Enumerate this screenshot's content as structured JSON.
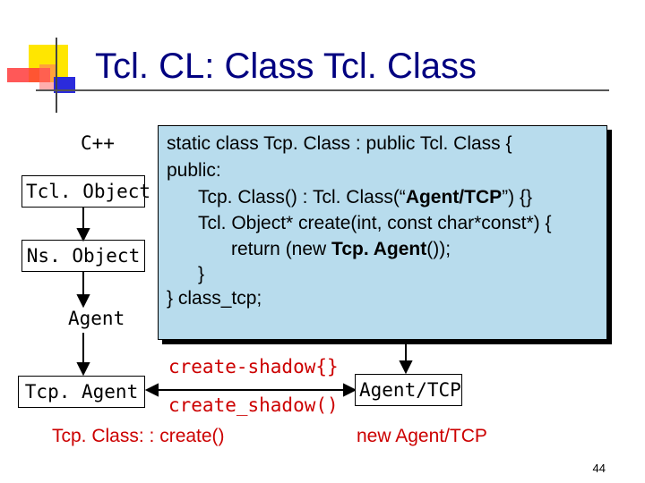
{
  "title": "Tcl. CL: Class Tcl. Class",
  "hierarchy": {
    "heading": "C++",
    "items": [
      "Tcl. Object",
      "Ns. Object",
      "Agent",
      "Tcp. Agent"
    ]
  },
  "code": {
    "line1": "static class Tcp. Class : public Tcl. Class {",
    "line2": "public:",
    "line3_pre": "Tcp. Class() : Tcl. Class(“",
    "line3_bold": "Agent/TCP",
    "line3_post": "”) {}",
    "line4": "Tcl. Object* create(int, const char*const*) {",
    "line5_pre": "return (new ",
    "line5_bold": "Tcp. Agent",
    "line5_post": "());",
    "line6": "}",
    "line7": "} class_tcp;"
  },
  "bottom": {
    "create_shadow_tcl": "create-shadow{}",
    "create_shadow_cpp": "create_shadow()",
    "agent_tcp": "Agent/TCP",
    "tcpclass_create": "Tcp. Class: : create()",
    "new_agent_tcp": "new Agent/TCP"
  },
  "page_number": "44"
}
